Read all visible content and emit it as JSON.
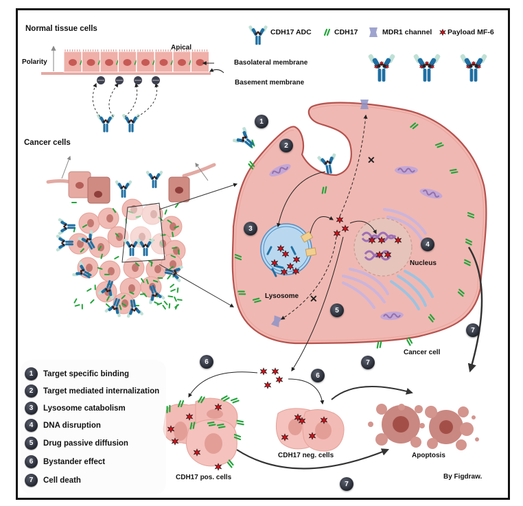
{
  "figure": {
    "credit": "By Figdraw."
  },
  "key": {
    "items": [
      {
        "icon": "antibody-icon",
        "label": "CDH17 ADC"
      },
      {
        "icon": "cdh17-receptor-icon",
        "label": "CDH17"
      },
      {
        "icon": "mdr1-channel-icon",
        "label": "MDR1 channel"
      },
      {
        "icon": "payload-star-icon",
        "label": "Payload MF-6"
      }
    ]
  },
  "normal_tissue": {
    "title": "Normal tissue cells",
    "polarity": "Polarity",
    "apical": "Apical",
    "basolateral": "Basolateral membrane",
    "basement": "Basement membrane"
  },
  "cancer_cells": {
    "title": "Cancer cells"
  },
  "cancer_cell": {
    "label": "Cancer cell",
    "lysosome": "Lysosome",
    "nucleus": "Nucleus"
  },
  "bystander": {
    "pos_cells": "CDH17 pos. cells",
    "neg_cells": "CDH17 neg. cells",
    "apoptosis": "Apoptosis"
  },
  "steps": [
    {
      "num": "1",
      "label": "Target specific binding"
    },
    {
      "num": "2",
      "label": "Target mediated internalization"
    },
    {
      "num": "3",
      "label": "Lysosome catabolism"
    },
    {
      "num": "4",
      "label": "DNA disruption"
    },
    {
      "num": "5",
      "label": "Drug passive diffusion"
    },
    {
      "num": "6",
      "label": "Bystander effect"
    },
    {
      "num": "7",
      "label": "Cell death"
    }
  ],
  "colors": {
    "cell_fill": "#f0b8b2",
    "cell_border": "#b5524e",
    "antibody_blue": "#1f6fa3",
    "antibody_light": "#bfe0d6",
    "cdh17_green": "#22a53b",
    "payload_red": "#d0121b",
    "lysosome_blue": "#b9d8ef",
    "organelle_purple": "#b79ac9",
    "badge_dark": "#262a33"
  }
}
